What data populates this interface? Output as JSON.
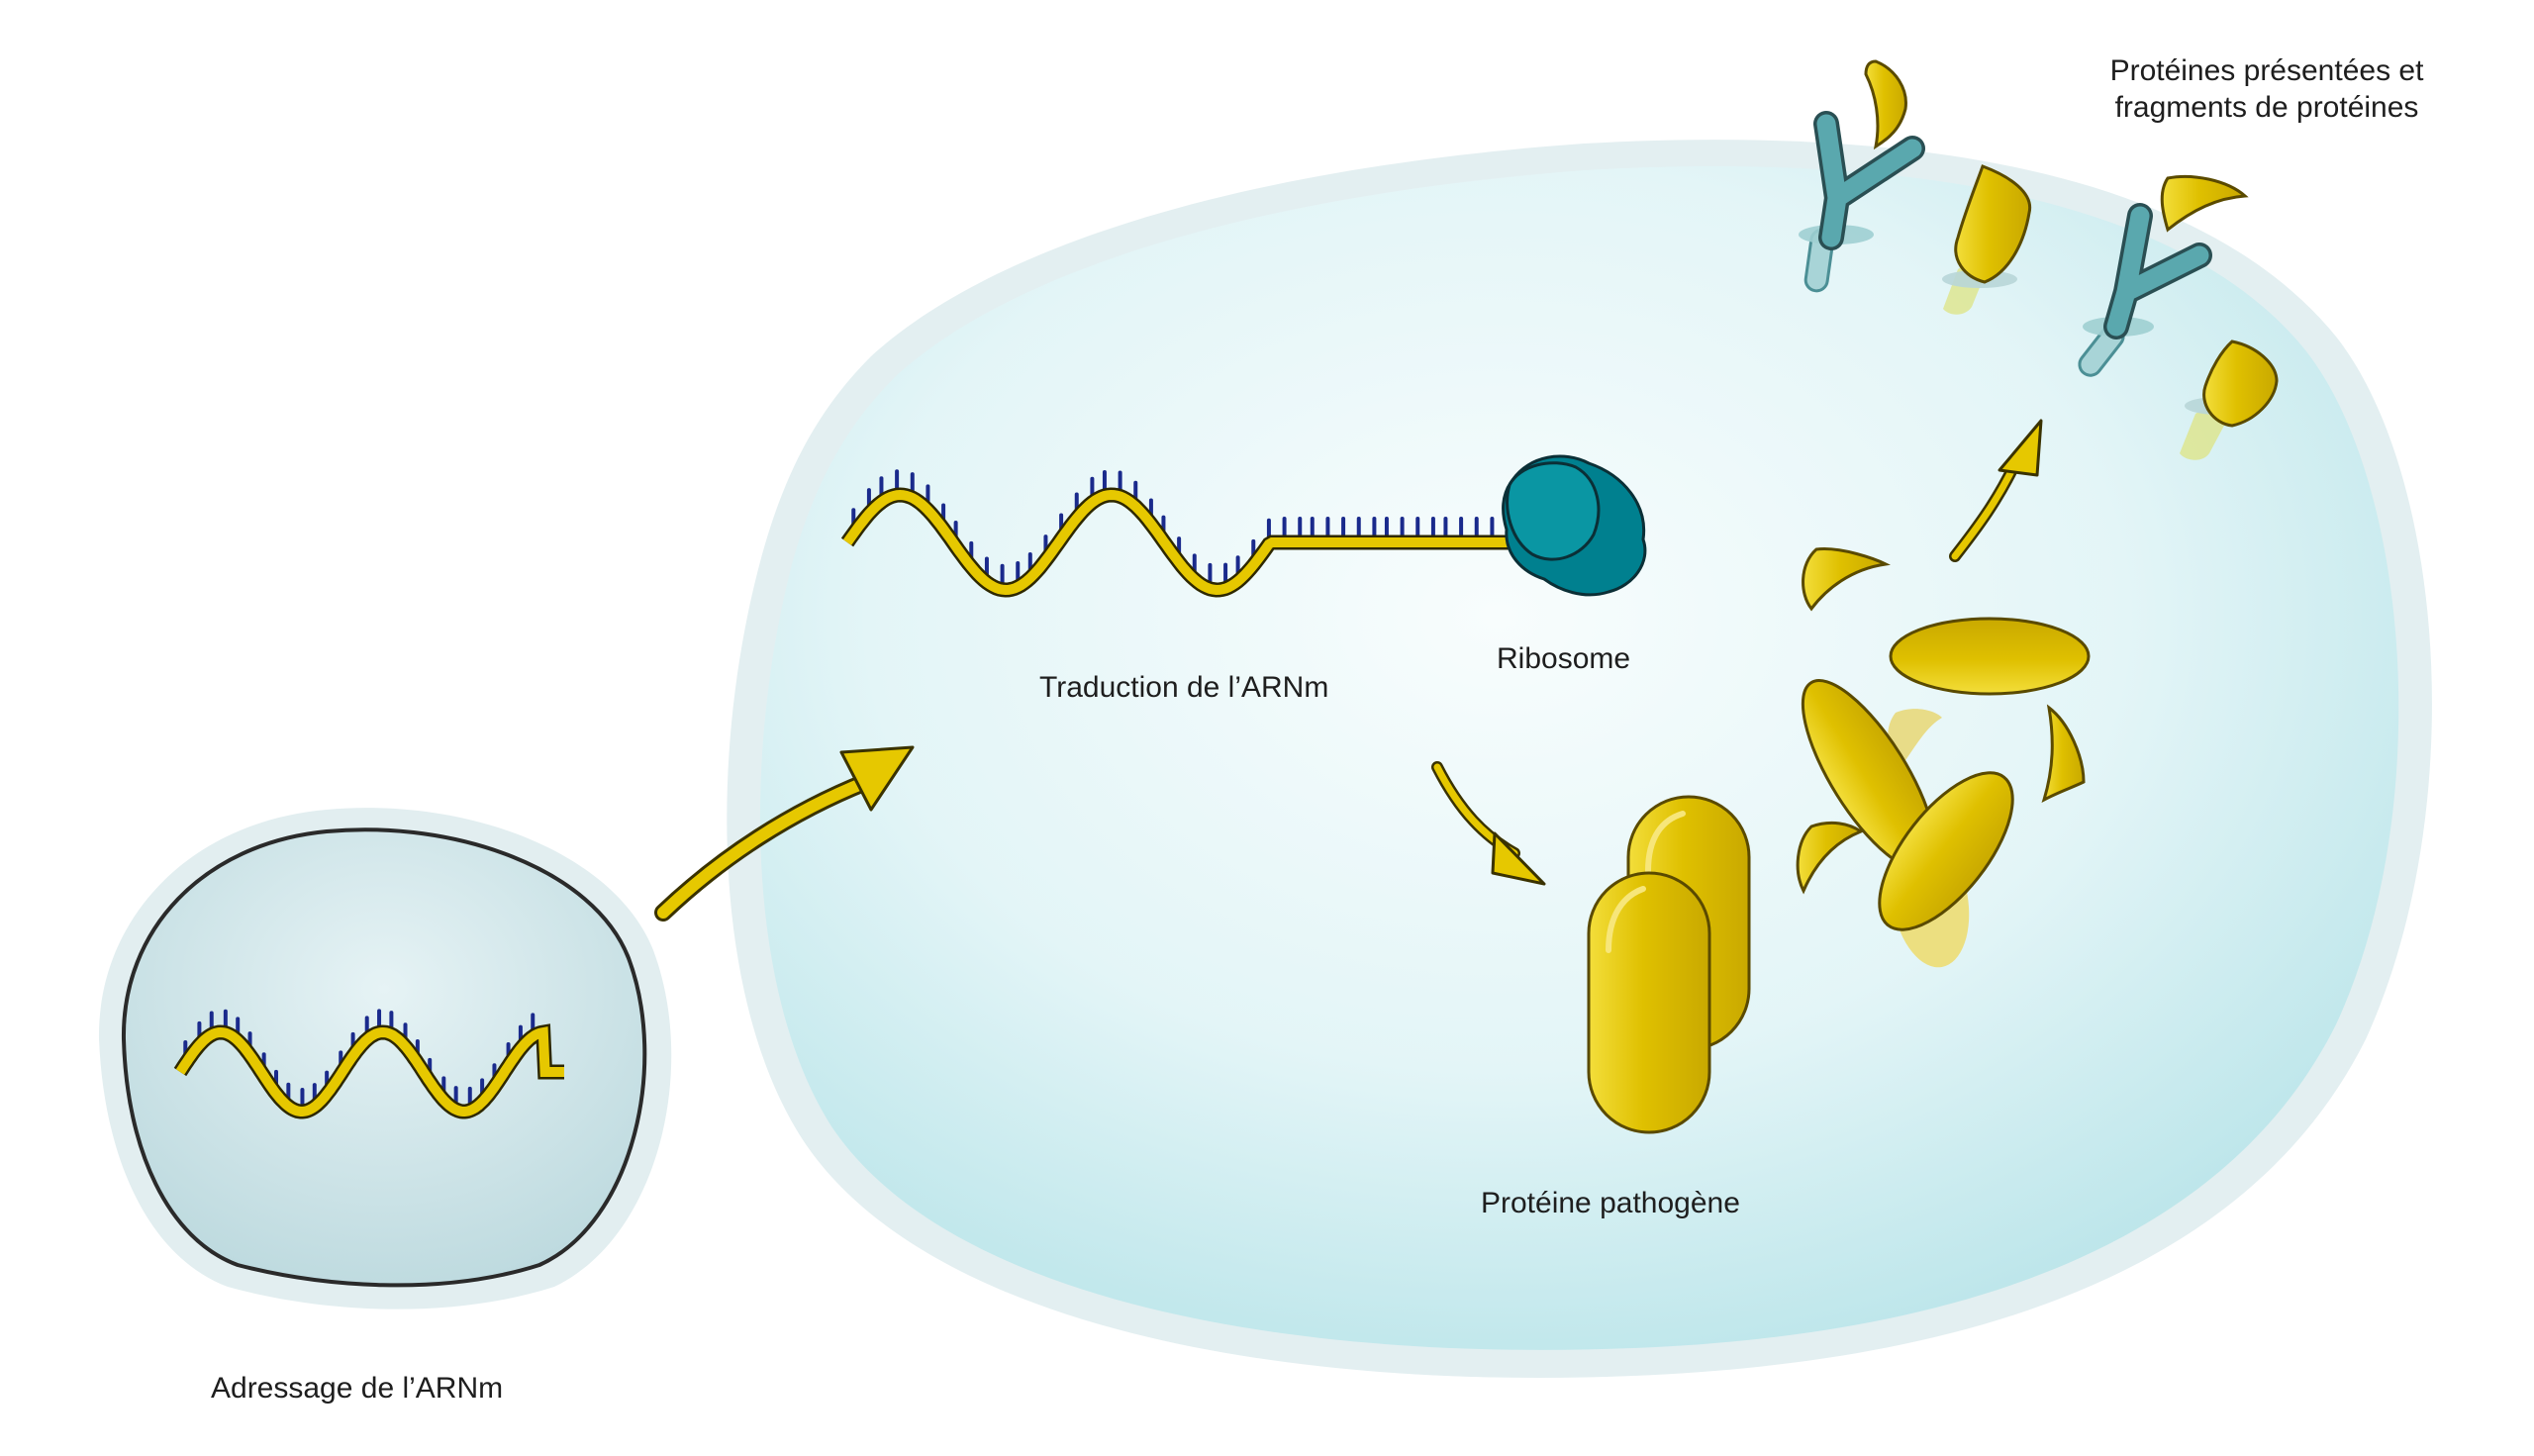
{
  "labels": {
    "mrna_delivery": "Adressage de l’ARNm",
    "mrna_translation": "Traduction de l’ARNm",
    "ribosome": "Ribosome",
    "pathogen_protein": "Protéine pathogène",
    "presented_proteins": "Protéines présentées et\nfragments de protéines"
  },
  "colors": {
    "cell_fill": "#d6f1f4",
    "cell_rim": "#e2eef0",
    "vesicle_fill": "#dcebee",
    "mrna_strand": "#e6c800",
    "mrna_bases": "#1a2a8c",
    "ribosome": "#008a99",
    "protein": "#e0c100",
    "receptor": "#5aa8ae"
  },
  "icons": {
    "ribosome": "ribosome-icon",
    "mrna": "mrna-strand-icon",
    "protein": "protein-icon",
    "receptor": "mhc-receptor-icon",
    "arrow": "arrow-icon"
  }
}
